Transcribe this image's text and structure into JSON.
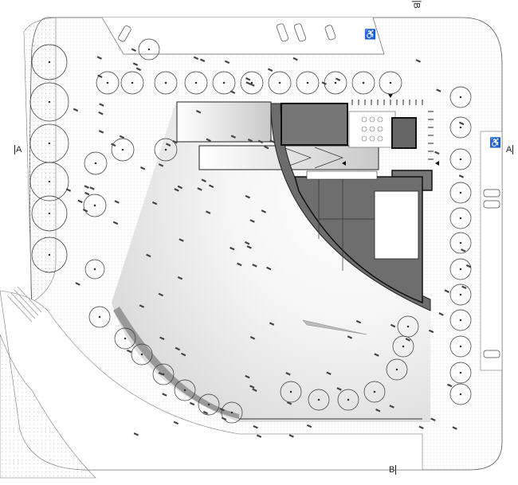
{
  "plan": {
    "section_markers": {
      "a_left": "A",
      "a_right": "A",
      "b_top": "B",
      "b_bottom": "B"
    },
    "icons": [
      "accessible-parking-icon",
      "accessible-parking-icon",
      "car-icon",
      "tree-icon",
      "person-icon",
      "entrance-arrow-icon"
    ]
  }
}
